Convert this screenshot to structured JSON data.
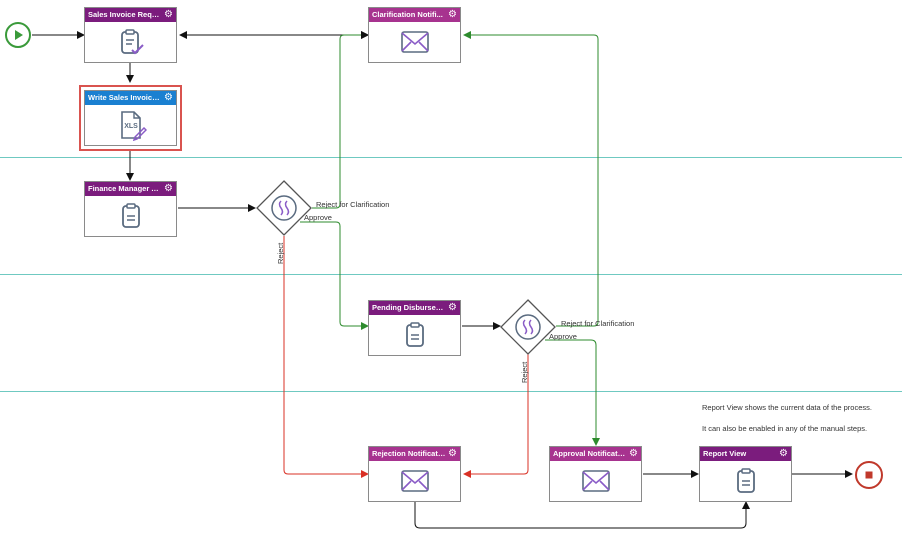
{
  "tasks": {
    "sales_invoice_request": "Sales Invoice Request",
    "write_sales_invoice": "Write Sales Invoice ...",
    "finance_manager_approval": "Finance Manager Appr...",
    "clarification_notification": "Clarification Notifi...",
    "pending_disbursement": "Pending Disbursement",
    "rejection_notification": "Rejection Notificati...",
    "approval_notification": "Approval Notification",
    "report_view": "Report View"
  },
  "icons": {
    "settings": "gear-icon",
    "user_task": "clipboard-check-icon",
    "script_task": "xls-file-edit-icon",
    "approval_task": "clipboard-icon",
    "email_task": "envelope-icon",
    "gateway": "approval-gateway-icon",
    "start": "play-icon",
    "end": "stop-icon"
  },
  "xls_text": "XLS",
  "flow_labels": {
    "gw1_clarification": "Reject for Clarification",
    "gw1_approve": "Approve",
    "gw1_reject": "Reject",
    "gw2_clarification": "Reject for Clarification",
    "gw2_approve": "Approve",
    "gw2_reject": "Reject"
  },
  "notes": {
    "line1": "Report View shows the current data of the process.",
    "line2": "It can also be enabled in any of the manual steps."
  },
  "colors": {
    "task_header": "#7b1c7d",
    "notification_header": "#a7338f",
    "selected_header": "#1a80d1",
    "selection_border": "#d9534f",
    "lane_line": "#6fc9c1",
    "approve_flow": "#2e8b2e",
    "reject_flow": "#d93025",
    "default_flow": "#111111",
    "icon_stroke": "#5a6b80",
    "start_event": "#3a9a3a",
    "end_event": "#c0392b"
  }
}
